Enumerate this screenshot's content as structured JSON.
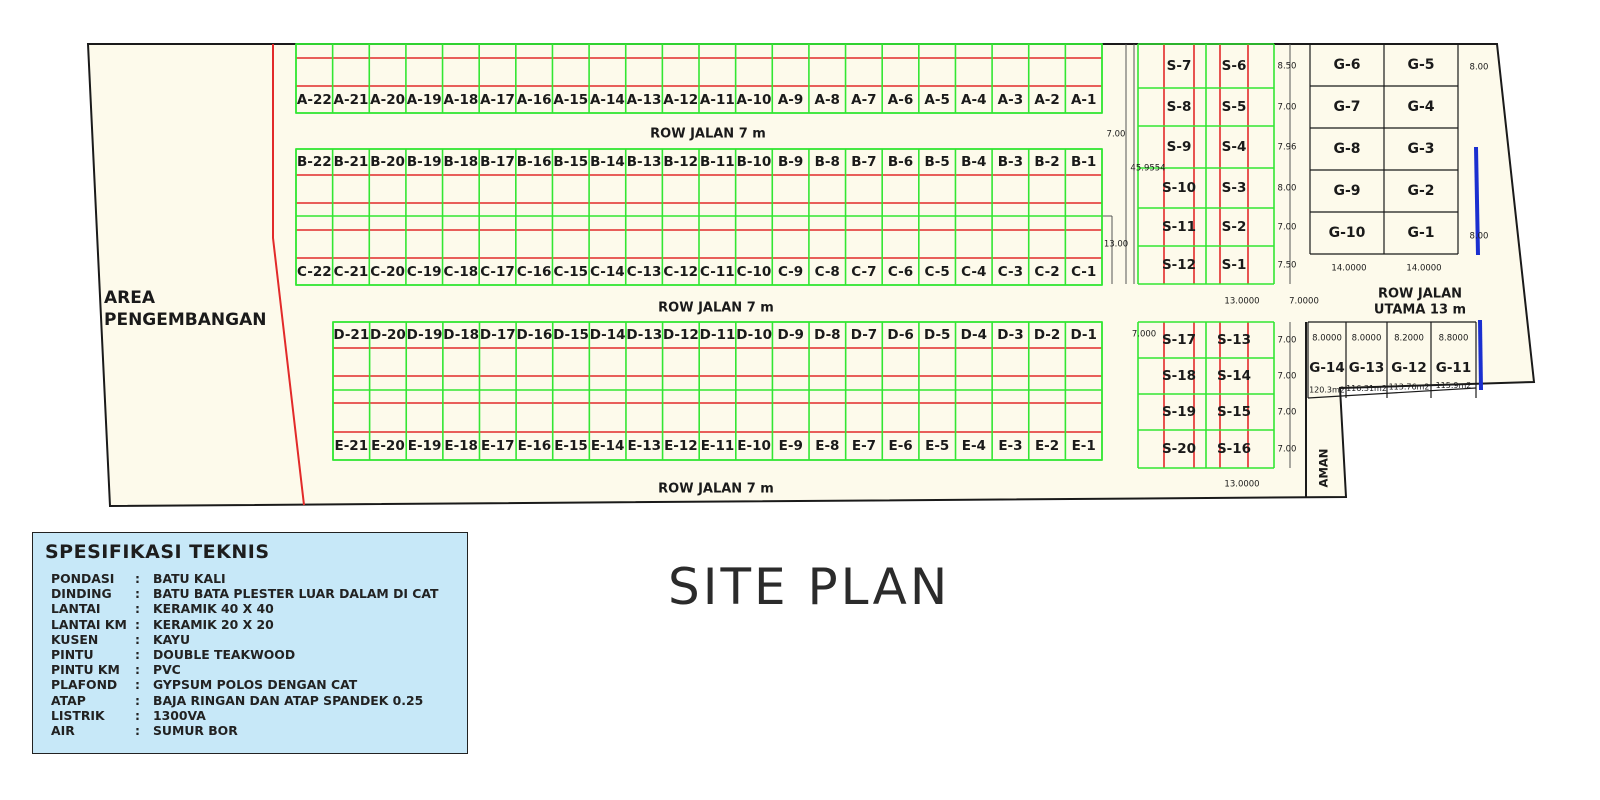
{
  "title": "SITE PLAN",
  "colors": {
    "land": "#fdfaeb",
    "lot_border": "#33e633",
    "row_divider": "#e22a2a",
    "outline": "#1a1a1a",
    "spec_bg": "#c7e8f8",
    "marker": "#1a2fd0"
  },
  "area_label": [
    "AREA",
    "PENGEMBANGAN"
  ],
  "road_labels": {
    "row_top": "ROW JALAN 7 m",
    "row_mid": "ROW JALAN 7 m",
    "row_bottom": "ROW JALAN 7 m",
    "main_road": [
      "ROW JALAN",
      "UTAMA 13 m"
    ],
    "security": "AMAN"
  },
  "block_labels": {
    "A": [
      "A-22",
      "A-21",
      "A-20",
      "A-19",
      "A-18",
      "A-17",
      "A-16",
      "A-15",
      "A-14",
      "A-13",
      "A-12",
      "A-11",
      "A-10",
      "A-9",
      "A-8",
      "A-7",
      "A-6",
      "A-5",
      "A-4",
      "A-3",
      "A-2",
      "A-1"
    ],
    "B": [
      "B-22",
      "B-21",
      "B-20",
      "B-19",
      "B-18",
      "B-17",
      "B-16",
      "B-15",
      "B-14",
      "B-13",
      "B-12",
      "B-11",
      "B-10",
      "B-9",
      "B-8",
      "B-7",
      "B-6",
      "B-5",
      "B-4",
      "B-3",
      "B-2",
      "B-1"
    ],
    "C": [
      "C-22",
      "C-21",
      "C-20",
      "C-19",
      "C-18",
      "C-17",
      "C-16",
      "C-15",
      "C-14",
      "C-13",
      "C-12",
      "C-11",
      "C-10",
      "C-9",
      "C-8",
      "C-7",
      "C-6",
      "C-5",
      "C-4",
      "C-3",
      "C-2",
      "C-1"
    ],
    "D": [
      "D-21",
      "D-20",
      "D-19",
      "D-18",
      "D-17",
      "D-16",
      "D-15",
      "D-14",
      "D-13",
      "D-12",
      "D-11",
      "D-10",
      "D-9",
      "D-8",
      "D-7",
      "D-6",
      "D-5",
      "D-4",
      "D-3",
      "D-2",
      "D-1"
    ],
    "E": [
      "E-21",
      "E-20",
      "E-19",
      "E-18",
      "E-17",
      "E-16",
      "E-15",
      "E-14",
      "E-13",
      "E-12",
      "E-11",
      "E-10",
      "E-9",
      "E-8",
      "E-7",
      "E-6",
      "E-5",
      "E-4",
      "E-3",
      "E-2",
      "E-1"
    ]
  },
  "s_block_top": {
    "left": [
      "S-7",
      "S-8",
      "S-9",
      "S-10",
      "S-11",
      "S-12"
    ],
    "right": [
      "S-6",
      "S-5",
      "S-4",
      "S-3",
      "S-2",
      "S-1"
    ],
    "dims": [
      "8.50",
      "7.00",
      "7.96",
      "8.00",
      "7.00",
      "7.50"
    ]
  },
  "s_block_bottom": {
    "left": [
      "S-17",
      "S-18",
      "S-19",
      "S-20"
    ],
    "right": [
      "S-13",
      "S-14",
      "S-15",
      "S-16"
    ],
    "dims": [
      "7.00",
      "7.00",
      "7.00",
      "7.00"
    ]
  },
  "g_block_top": {
    "left": [
      "G-6",
      "G-7",
      "G-8",
      "G-9",
      "G-10"
    ],
    "right": [
      "G-5",
      "G-4",
      "G-3",
      "G-2",
      "G-1"
    ]
  },
  "g_block_bottom": {
    "labels": [
      "G-14",
      "G-13",
      "G-12",
      "G-11"
    ],
    "widths": [
      "8.0000",
      "8.0000",
      "8.2000",
      "8.8000"
    ],
    "areas": [
      "120.3m2",
      "116.31m2",
      "113.76m2",
      "115.9m2"
    ]
  },
  "dimensions": {
    "row_width_top": "7.00",
    "block_length": "45.9554",
    "block_depth": "13.00",
    "row_width_mid": "7.000",
    "s_width_top": "13.0000",
    "s_row_gap": "7.0000",
    "s_width_bottom": "13.0000",
    "g_right_top": "8.00",
    "g_right_bottom": "8.00",
    "g_width_left": "14.0000",
    "g_width_right": "14.0000"
  },
  "spec": {
    "title": "SPESIFIKASI TEKNIS",
    "rows": [
      {
        "key": "PONDASI",
        "value": "BATU KALI"
      },
      {
        "key": "DINDING",
        "value": "BATU BATA PLESTER LUAR DALAM DI CAT"
      },
      {
        "key": "LANTAI",
        "value": "KERAMIK 40 X 40"
      },
      {
        "key": "LANTAI KM",
        "value": "KERAMIK 20 X 20"
      },
      {
        "key": "KUSEN",
        "value": "KAYU"
      },
      {
        "key": "PINTU",
        "value": "DOUBLE TEAKWOOD"
      },
      {
        "key": "PINTU KM",
        "value": "PVC"
      },
      {
        "key": "PLAFOND",
        "value": "GYPSUM POLOS DENGAN CAT"
      },
      {
        "key": "ATAP",
        "value": "BAJA RINGAN DAN ATAP SPANDEK 0.25"
      },
      {
        "key": "LISTRIK",
        "value": "1300VA"
      },
      {
        "key": "AIR",
        "value": "SUMUR BOR"
      }
    ]
  }
}
